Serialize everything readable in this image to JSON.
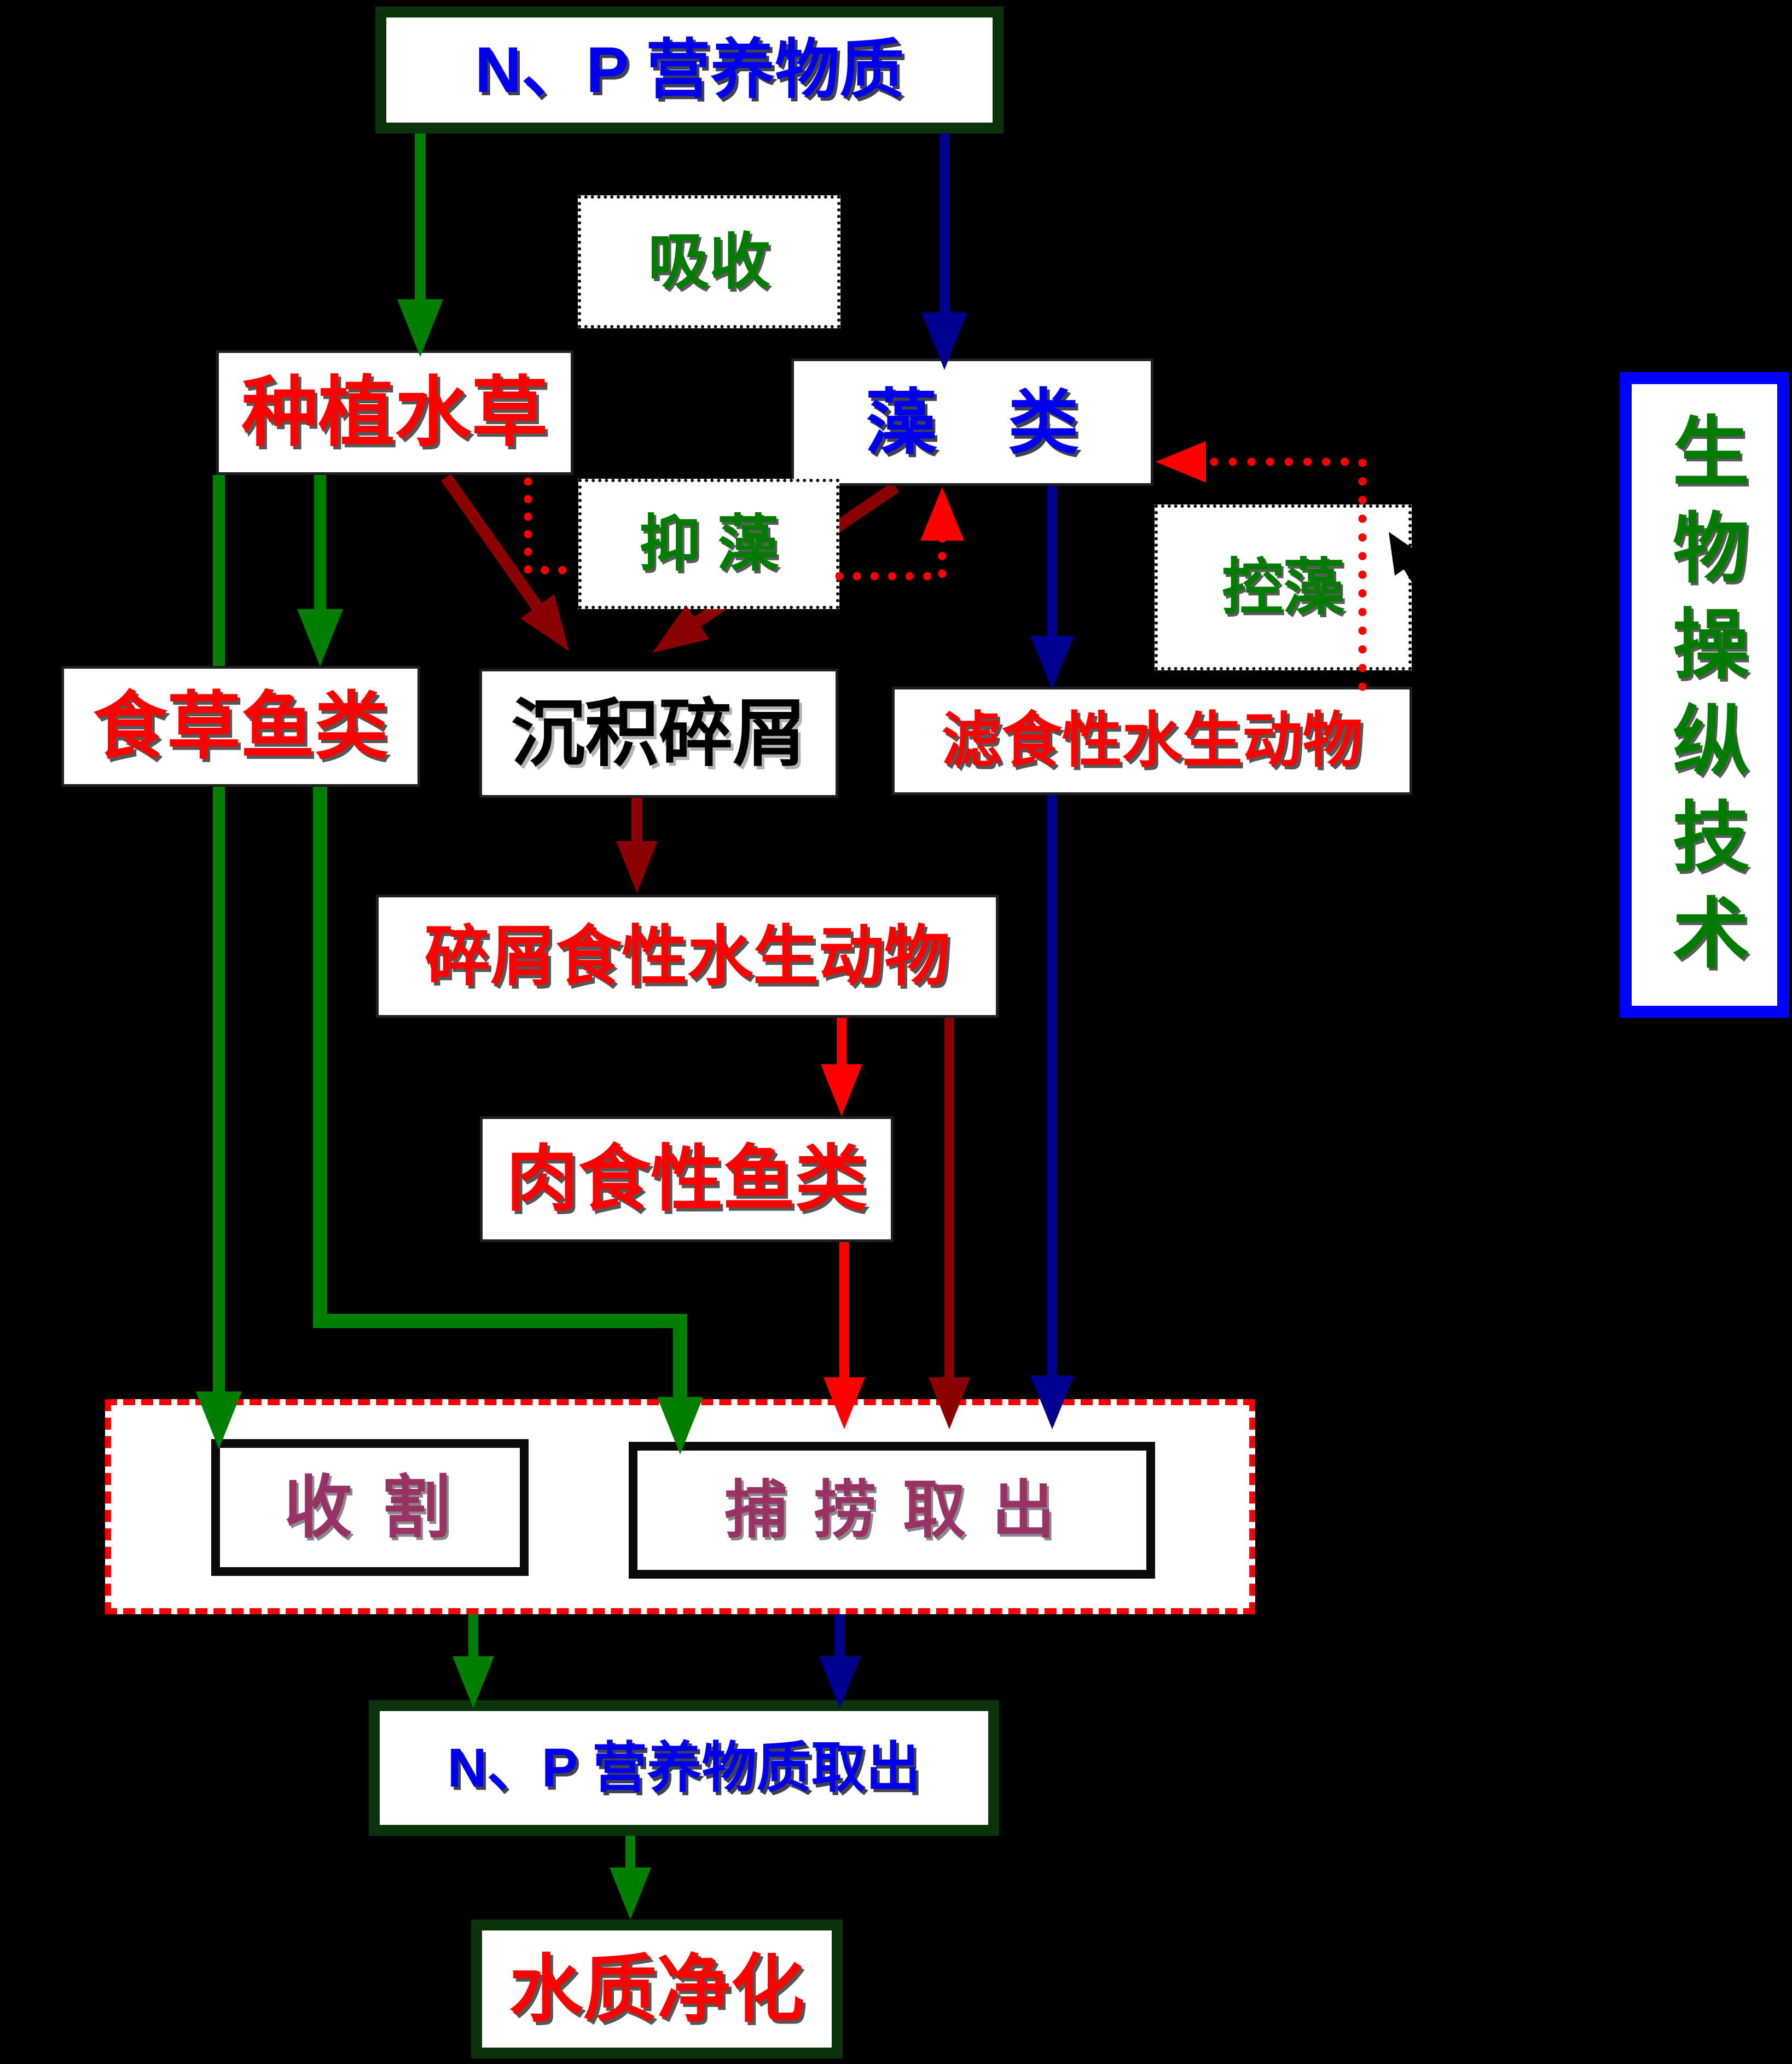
{
  "diagram": {
    "topic": "N、P nutrient biomanipulation flow for water purification",
    "background_color": "#000000"
  },
  "nodes": {
    "np_source": {
      "label": "N、P 营养物质",
      "text_color": "#0000ee",
      "border": "dark-green-thick"
    },
    "absorb": {
      "label": "吸收",
      "text_color": "#007d00",
      "border": "jagged"
    },
    "plant": {
      "label": "种植水草",
      "text_color": "#ff0000",
      "border": "thin-black"
    },
    "algae": {
      "label": "藻　类",
      "text_color": "#0000ee",
      "border": "thin-black"
    },
    "inhibit_algae": {
      "label": "抑 藻",
      "text_color": "#007d00",
      "border": "jagged"
    },
    "control_algae": {
      "label": "控藻",
      "text_color": "#007d00",
      "border": "jagged"
    },
    "herbivorous_fish": {
      "label": "食草鱼类",
      "text_color": "#ff0000",
      "border": "thin-black"
    },
    "sediment_detritus": {
      "label": "沉积碎屑",
      "text_color": "#000000",
      "border": "thin-black"
    },
    "filter_feeders": {
      "label": "滤食性水生动物",
      "text_color": "#ff0000",
      "border": "thin-black"
    },
    "detritivores": {
      "label": "碎屑食性水生动物",
      "text_color": "#ff0000",
      "border": "thin-black"
    },
    "carnivorous_fish": {
      "label": "肉食性鱼类",
      "text_color": "#ff0000",
      "border": "thin-black"
    },
    "harvest": {
      "label": "收 割",
      "text_color": "#993366",
      "border": "black-thick"
    },
    "catch_removal": {
      "label": "捕 捞 取 出",
      "text_color": "#993366",
      "border": "black-thick"
    },
    "np_removal": {
      "label": "N、P 营养物质取出",
      "text_color": "#0000ee",
      "border": "dark-green-thick"
    },
    "water_purification": {
      "label": "水质净化",
      "text_color": "#ff0000",
      "border": "dark-green-thick"
    },
    "side_label": {
      "label": "生物操纵技术",
      "text_color": "#007d00",
      "border": "blue-thick"
    }
  },
  "edges": [
    {
      "from": "np_source",
      "to": "plant",
      "color": "#008000",
      "style": "solid-arrow"
    },
    {
      "from": "np_source",
      "to": "algae",
      "color": "#000090",
      "style": "solid-arrow"
    },
    {
      "from": "plant",
      "to": "herbivorous_fish",
      "color": "#008000",
      "style": "solid-arrow"
    },
    {
      "from": "plant",
      "to": "sediment_detritus",
      "color": "#8b0000",
      "style": "solid-arrow"
    },
    {
      "from": "algae",
      "to": "sediment_detritus",
      "color": "#8b0000",
      "style": "solid-arrow"
    },
    {
      "from": "algae",
      "to": "filter_feeders",
      "color": "#000090",
      "style": "solid-arrow"
    },
    {
      "from": "plant",
      "to": "inhibit_algae",
      "color": "#ff0000",
      "style": "dotted"
    },
    {
      "from": "inhibit_algae",
      "to": "algae",
      "color": "#ff0000",
      "style": "dotted-arrow"
    },
    {
      "from": "control_algae",
      "to": "algae",
      "color": "#ff0000",
      "style": "dotted-arrow"
    },
    {
      "from": "control_algae",
      "to": "filter_feeders",
      "color": "#ff0000",
      "style": "dotted"
    },
    {
      "from": "sediment_detritus",
      "to": "detritivores",
      "color": "#8b0000",
      "style": "solid-arrow"
    },
    {
      "from": "detritivores",
      "to": "carnivorous_fish",
      "color": "#ff0000",
      "style": "solid-arrow"
    },
    {
      "from": "detritivores",
      "to": "catch_removal",
      "color": "#8b0000",
      "style": "solid-arrow"
    },
    {
      "from": "carnivorous_fish",
      "to": "catch_removal",
      "color": "#ff0000",
      "style": "solid-arrow"
    },
    {
      "from": "filter_feeders",
      "to": "catch_removal",
      "color": "#000090",
      "style": "solid-arrow"
    },
    {
      "from": "herbivorous_fish",
      "to": "harvest",
      "color": "#008000",
      "style": "solid-arrow"
    },
    {
      "from": "herbivorous_fish",
      "to": "catch_removal",
      "color": "#008000",
      "style": "solid-arrow"
    },
    {
      "from": "harvest_zone",
      "to": "np_removal",
      "color": "#008000",
      "style": "solid-arrow"
    },
    {
      "from": "harvest_zone",
      "to": "np_removal",
      "color": "#000090",
      "style": "solid-arrow"
    },
    {
      "from": "np_removal",
      "to": "water_purification",
      "color": "#008000",
      "style": "solid-arrow"
    },
    {
      "annotation": "hand-drawn black arrow pointing at control_algae",
      "color": "#000000",
      "style": "solid-arrow"
    }
  ],
  "colors": {
    "green_arrow": "#008000",
    "navy_arrow": "#000090",
    "dark_red_arrow": "#8b0000",
    "red_arrow": "#ff0000",
    "dashed_zone_border": "#ff0000",
    "dark_green_border": "#0c340c",
    "blue_border": "#0000ff",
    "plum_text": "#993366"
  }
}
